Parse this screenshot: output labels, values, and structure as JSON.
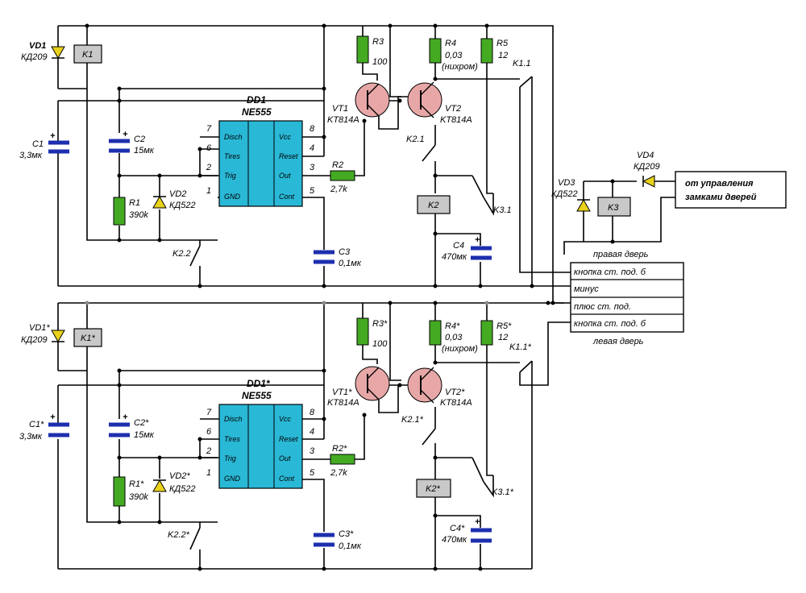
{
  "colors": {
    "ic": "#29b8d6",
    "relay": "#c8c8c8",
    "resistor": "#44aa22",
    "capacitor": "#1d2fae",
    "transistor": "#e8a7a7",
    "diode": "#e8d21a"
  },
  "top": {
    "vd1": "VD1",
    "vd1_type": "КД209",
    "k1": "K1",
    "c1": "C1",
    "c1_val": "3,3мк",
    "c2": "C2",
    "c2_val": "15мк",
    "r1": "R1",
    "r1_val": "390k",
    "vd2": "VD2",
    "vd2_type": "КД522",
    "k22": "K2.2",
    "c3": "C3",
    "c3_val": "0,1мк",
    "dd": "DD1",
    "dd_type": "NE555",
    "pins_left": [
      "Disch",
      "Tires",
      "Trig",
      "GND"
    ],
    "pins_right": [
      "Vcc",
      "Reset",
      "Out",
      "Cont"
    ],
    "nums_left": [
      "7",
      "6",
      "2",
      "1"
    ],
    "nums_right": [
      "8",
      "4",
      "3",
      "5"
    ],
    "r2": "R2",
    "r2_val": "2,7k",
    "r3": "R3",
    "r3_val": "100",
    "vt1": "VT1",
    "vt1_type": "KT814A",
    "vt2": "VT2",
    "vt2_type": "KT814A",
    "r4": "R4",
    "r4_val": "0,03",
    "r4_note": "(нихром)",
    "r5": "R5",
    "r5_val": "12",
    "k11": "K1.1",
    "k21": "K2.1",
    "k2": "K2",
    "k31": "K3.1",
    "c4": "C4",
    "c4_val": "470мк"
  },
  "bottom": {
    "vd1": "VD1*",
    "vd1_type": "КД209",
    "k1": "K1*",
    "c1": "C1*",
    "c1_val": "3,3мк",
    "c2": "C2*",
    "c2_val": "15мк",
    "r1": "R1*",
    "r1_val": "390k",
    "vd2": "VD2*",
    "vd2_type": "КД522",
    "k22": "K2.2*",
    "c3": "C3*",
    "c3_val": "0,1мк",
    "dd": "DD1*",
    "dd_type": "NE555",
    "r2": "R2*",
    "r2_val": "2,7k",
    "r3": "R3*",
    "r3_val": "100",
    "vt1": "VT1*",
    "vt1_type": "KT814A",
    "vt2": "VT2*",
    "vt2_type": "KT814A",
    "r4": "R4*",
    "r4_val": "0,03",
    "r4_note": "(нихром)",
    "r5": "R5*",
    "r5_val": "12",
    "k11": "K1.1*",
    "k21": "K2.1*",
    "k2": "K2*",
    "k31": "K3.1*",
    "c4": "C4*",
    "c4_val": "470мк"
  },
  "control": {
    "vd4": "VD4",
    "vd4_type": "КД209",
    "vd3": "VD3",
    "vd3_type": "КД522",
    "k3": "K3",
    "box_line1": "от управления",
    "box_line2": "замками дверей"
  },
  "terminals": {
    "right_door": "правая дверь",
    "rows": [
      "кнопка ст. под. б",
      "минус",
      "плюс ст. под.",
      "кнопка ст. под. б"
    ],
    "left_door": "левая дверь"
  }
}
